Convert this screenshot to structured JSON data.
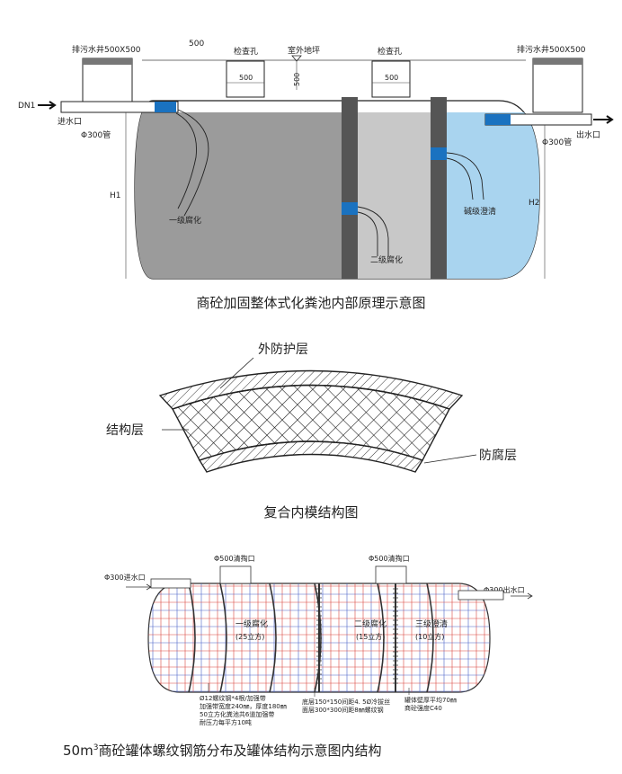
{
  "colors": {
    "tank_gray": "#9b9b9b",
    "tank_light": "#c8c8c8",
    "water_blue": "#a9d4ef",
    "pipe_blue": "#1a72c0",
    "wall_dark": "#555555",
    "rebar_red": "#d9473f",
    "rebar_blue": "#4a63c8"
  },
  "d1": {
    "left_well": "排污水井500X500",
    "right_well": "排污水井500X500",
    "top_dim": "500",
    "inspect_left": "检查孔",
    "inspect_right": "检查孔",
    "ground": "室外地坪",
    "dim_left": "500",
    "dim_mid": "500",
    "dim_right": "500",
    "dn": "DN1",
    "inlet": "进水口",
    "pipe_left": "Φ300管",
    "outlet": "出水口",
    "pipe_right": "Φ300管",
    "stage1": "一级腐化",
    "stage2": "二级腐化",
    "stage3": "碱级澄清",
    "h1": "H1",
    "h2": "H2",
    "caption": "商砼加固整体式化粪池内部原理示意图"
  },
  "d2": {
    "outer": "外防护层",
    "structure": "结构层",
    "anticorrosion": "防腐层",
    "caption": "复合内模结构图"
  },
  "d3": {
    "manhole_left": "Φ500清掏口",
    "manhole_right": "Φ500清掏口",
    "inlet": "Φ300进水口",
    "outlet": "Φ300出水口",
    "stage1": "一级腐化",
    "stage1_vol": "(25立方)",
    "stage2": "二级腐化",
    "stage2_vol": "(15立方)",
    "stage3": "三级澄清",
    "stage3_vol": "(10立方)",
    "note1_l1": "Ø12螺纹钢*4根/加强带",
    "note1_l2": "加强带宽度240㎜，厚度180㎜",
    "note1_l3": "50立方化粪池共6道加强带",
    "note1_l4": "耐压力每平方10吨",
    "note2_l1": "底层150*150间距4. 5Ø冷拔丝",
    "note2_l2": "面层300*300间距8㎜螺纹钢",
    "note3_l1": "罐体壁厚平均70㎜",
    "note3_l2": "商砼强度C40",
    "caption_prefix": "50m",
    "caption_sup": "3",
    "caption_rest": "商砼罐体螺纹钢筋分布及罐体结构示意图内结构"
  }
}
